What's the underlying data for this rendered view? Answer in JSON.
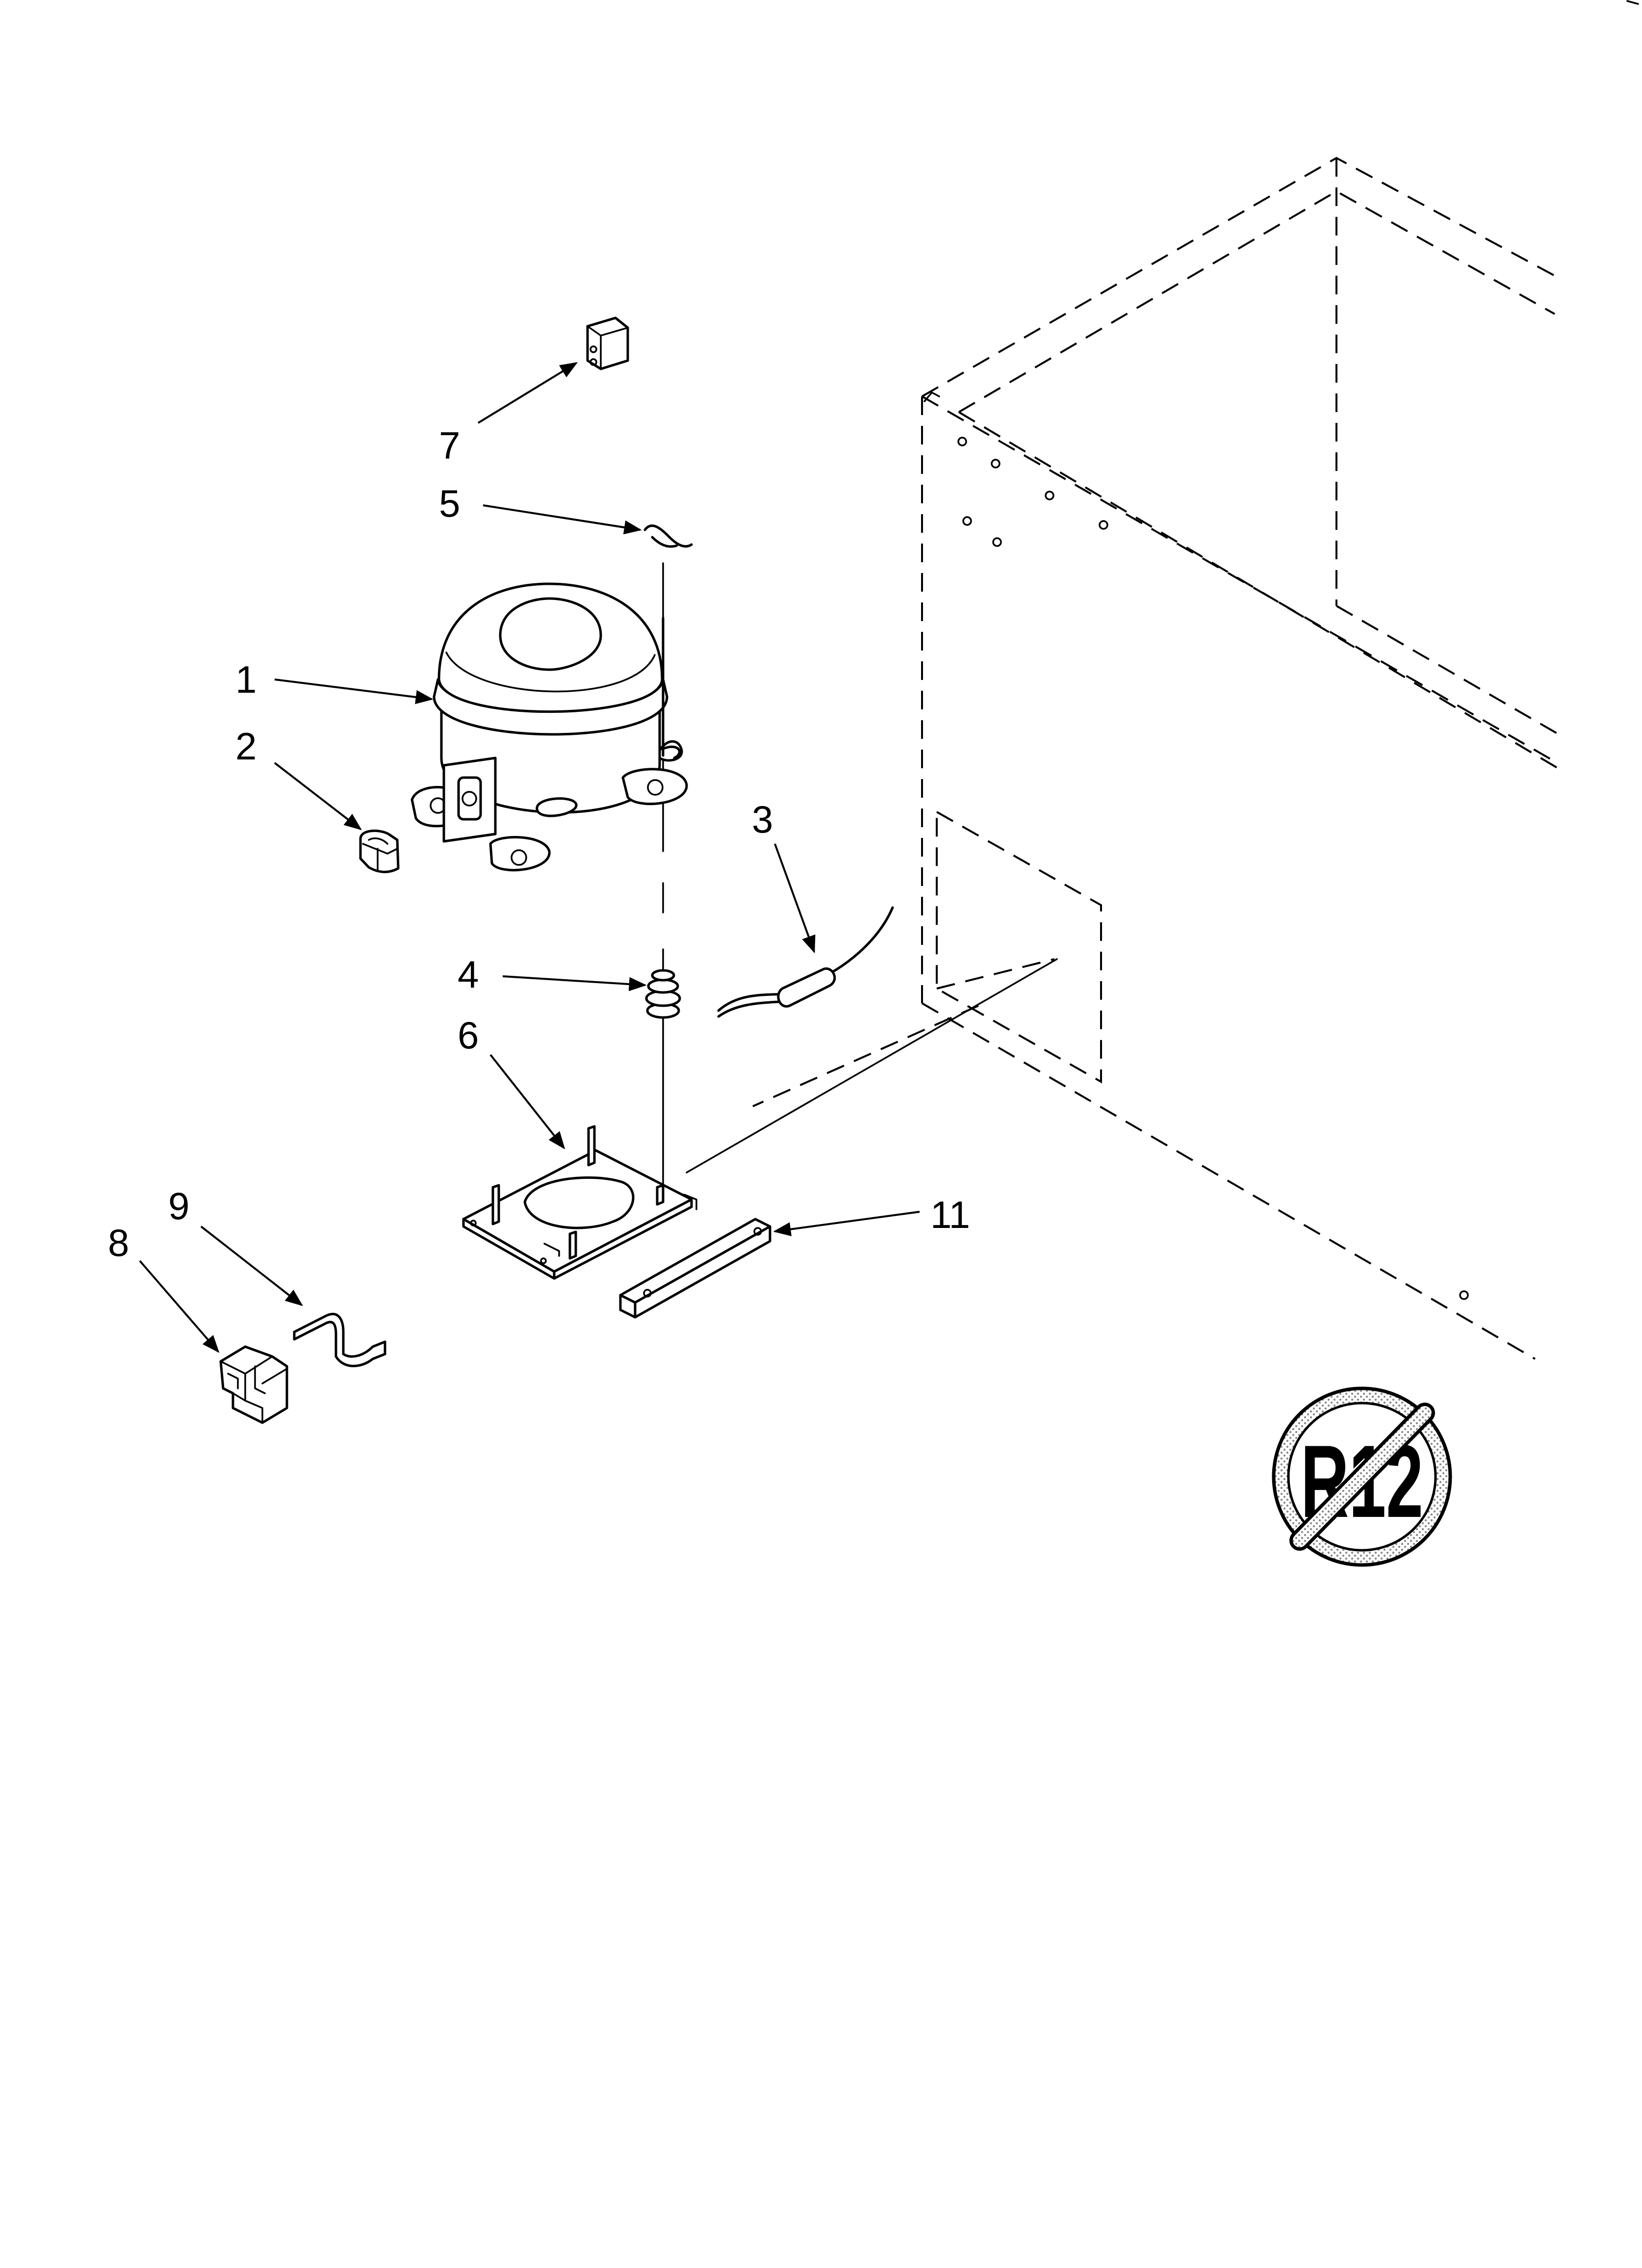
{
  "diagram": {
    "callouts": [
      {
        "id": "1",
        "label": "1",
        "part": "compressor"
      },
      {
        "id": "2",
        "label": "2",
        "part": "compressor-clip"
      },
      {
        "id": "3",
        "label": "3",
        "part": "drier-tube"
      },
      {
        "id": "4",
        "label": "4",
        "part": "grommet"
      },
      {
        "id": "5",
        "label": "5",
        "part": "retaining-clip"
      },
      {
        "id": "6",
        "label": "6",
        "part": "compressor-base-plate"
      },
      {
        "id": "7",
        "label": "7",
        "part": "relay-module"
      },
      {
        "id": "8",
        "label": "8",
        "part": "relay-cover"
      },
      {
        "id": "9",
        "label": "9",
        "part": "wire-bracket"
      },
      {
        "id": "11",
        "label": "11",
        "part": "mounting-rail"
      }
    ],
    "logo": {
      "text": "R12",
      "meaning": "no-R12-refrigerant-symbol"
    },
    "colors": {
      "ink": "#000000",
      "background": "#ffffff",
      "logo_stipple": "#9a9a9a"
    }
  }
}
